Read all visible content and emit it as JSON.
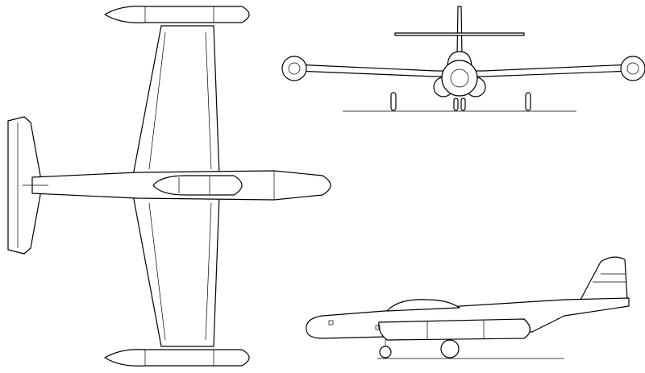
{
  "figure": {
    "views": [
      "top",
      "front",
      "side"
    ],
    "colors": {
      "stroke": "#000000",
      "background": "#ffffff"
    }
  }
}
